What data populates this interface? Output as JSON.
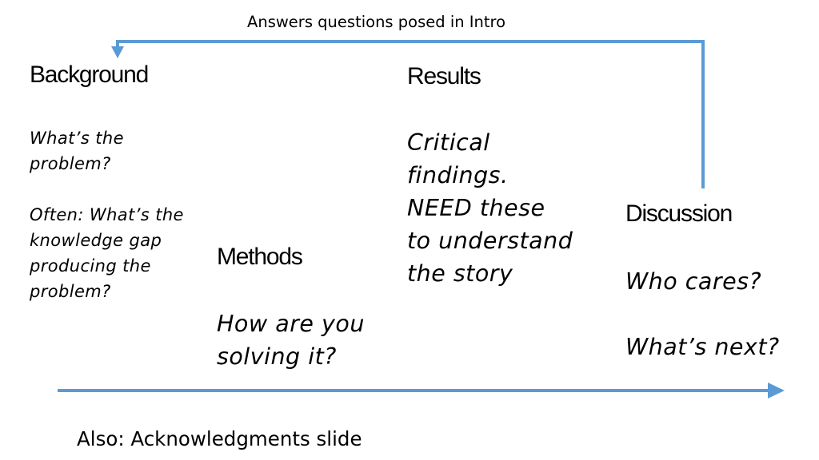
{
  "feedback_arrow": {
    "label": "Answers questions posed in Intro",
    "color": "#5B9BD5"
  },
  "flow_arrow": {
    "color": "#5B9BD5"
  },
  "sections": {
    "background": {
      "title": "Background",
      "body": "What’s the\nproblem?\n\nOften: What’s the\nknowledge gap\nproducing the\nproblem?"
    },
    "methods": {
      "title": "Methods",
      "body": "How are you\nsolving it?"
    },
    "results": {
      "title": "Results",
      "body": "Critical\nfindings.\nNEED these\nto understand\nthe story"
    },
    "discussion": {
      "title": "Discussion",
      "body": "Who cares?\n\nWhat’s next?"
    }
  },
  "footer": "Also: Acknowledgments slide"
}
